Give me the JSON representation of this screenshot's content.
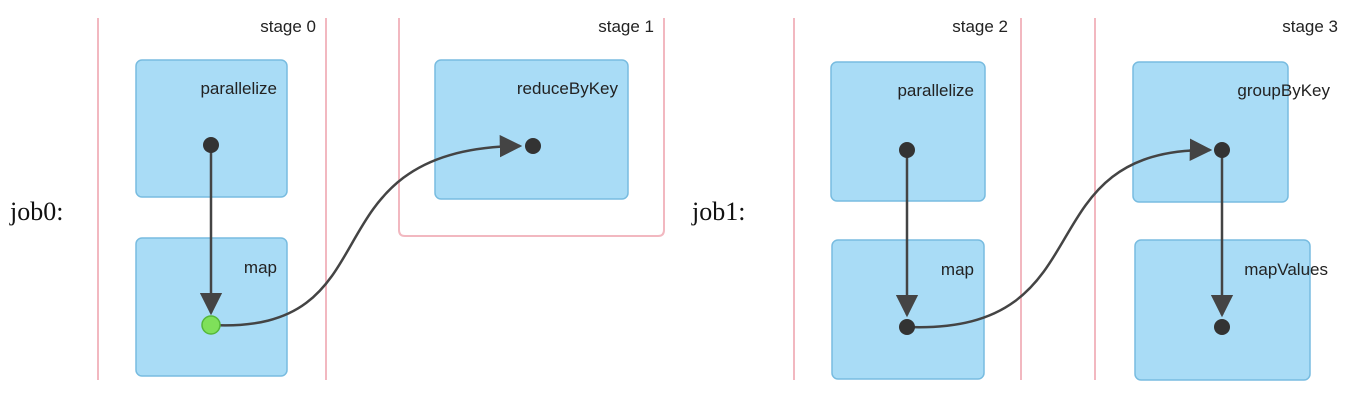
{
  "colors": {
    "stage_boundary": "#f2b8c0",
    "op_fill": "#a9dcf6",
    "op_stroke": "#78bce0",
    "node": "#333333",
    "highlight_node": "#7fe05a",
    "edge": "#444444"
  },
  "jobs": [
    {
      "label": "job0:",
      "stages": [
        {
          "name": "stage 0",
          "ops": [
            "parallelize",
            "map"
          ]
        },
        {
          "name": "stage 1",
          "ops": [
            "reduceByKey"
          ]
        }
      ],
      "edges": [
        {
          "from": "parallelize",
          "to": "map",
          "type": "narrow"
        },
        {
          "from": "map",
          "to": "reduceByKey",
          "type": "shuffle"
        }
      ],
      "highlighted_node": "map"
    },
    {
      "label": "job1:",
      "stages": [
        {
          "name": "stage 2",
          "ops": [
            "parallelize",
            "map"
          ]
        },
        {
          "name": "stage 3",
          "ops": [
            "groupByKey",
            "mapValues"
          ]
        }
      ],
      "edges": [
        {
          "from": "parallelize",
          "to": "map",
          "type": "narrow"
        },
        {
          "from": "map",
          "to": "groupByKey",
          "type": "shuffle"
        },
        {
          "from": "groupByKey",
          "to": "mapValues",
          "type": "narrow"
        }
      ],
      "highlighted_node": ""
    }
  ]
}
